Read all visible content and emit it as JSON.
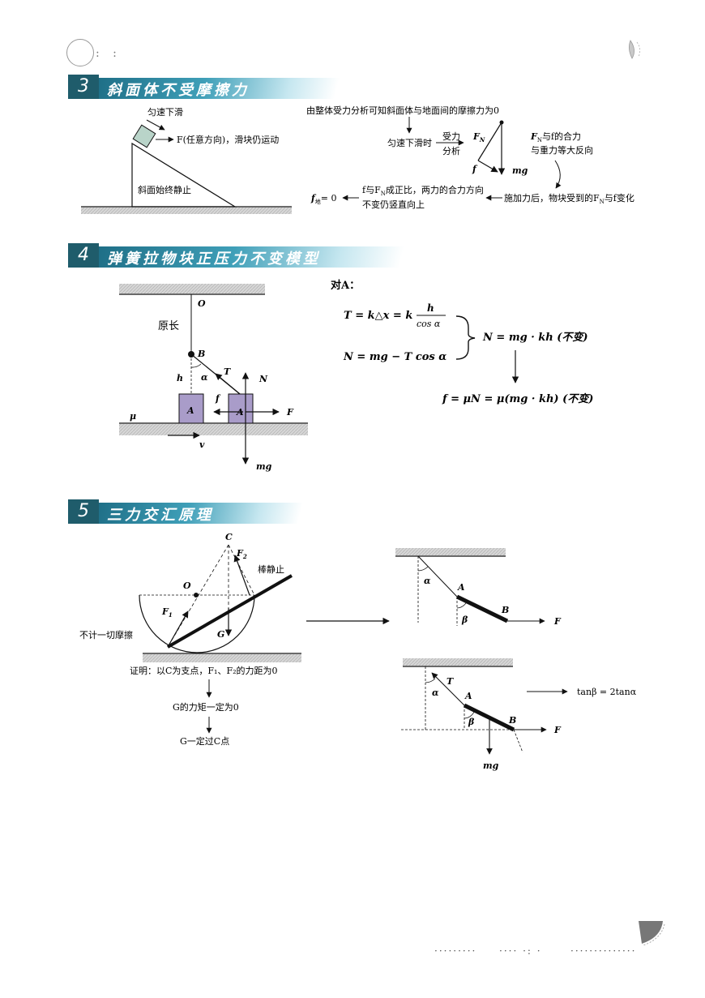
{
  "header": {
    "dots": ": :"
  },
  "sections": [
    {
      "num": "3",
      "title": "斜面体不受摩擦力"
    },
    {
      "num": "4",
      "title": "弹簧拉物块正压力不变模型"
    },
    {
      "num": "5",
      "title": "三力交汇原理"
    }
  ],
  "s3": {
    "slide_label": "匀速下滑",
    "force_label": "F(任意方向)，滑块仍运动",
    "incline_label": "斜面始终静止",
    "flow_top": "由整体受力分析可知斜面体与地面间的摩擦力为0",
    "flow_uniform": "匀速下滑时",
    "flow_force_a": "受力",
    "flow_force_b": "分析",
    "fn": "F",
    "fn_sub": "N",
    "f": "f",
    "mg": "mg",
    "resultant_a": "F",
    "resultant_sub": "N",
    "resultant_b": "与f的合力",
    "resultant_c": "与重力等大反向",
    "after_force": "施加力后，物块受到的F",
    "after_force_sub": "N",
    "after_force_b": "与f变化",
    "prop_a": "f与F",
    "prop_sub": "N",
    "prop_b": "成正比，两力的合力方向",
    "prop_c": "不变仍竖直向上",
    "result": "f",
    "result_sub": "地",
    "result_b": "= 0"
  },
  "s4": {
    "O": "O",
    "natural_length": "原长",
    "B": "B",
    "h": "h",
    "alpha": "α",
    "T": "T",
    "N": "N",
    "f": "f",
    "A1": "A",
    "A2": "A",
    "F": "F",
    "mu": "μ",
    "v": "v",
    "mg": "mg",
    "for_A": "对A：",
    "eq1": "T = k△x = k",
    "eq1_num": "h",
    "eq1_den": "cos α",
    "eq2": "N = mg − T cos α",
    "eq3": "N = mg · kh (不变)",
    "eq4": "f = μN = μ(mg · kh) (不变)"
  },
  "s5": {
    "C": "C",
    "F2": "F",
    "F2_sub": "2",
    "rod_static": "棒静止",
    "O": "O",
    "F1": "F",
    "F1_sub": "1",
    "G": "G",
    "no_friction": "不计一切摩擦",
    "proof": "证明：以C为支点，F₁、F₂的力距为0",
    "g_moment": "G的力矩一定为0",
    "g_through": "G一定过C点",
    "alpha1": "α",
    "A1": "A",
    "beta1": "β",
    "B1": "B",
    "F_top": "F",
    "T": "T",
    "alpha2": "α",
    "A2": "A",
    "beta2": "β",
    "B2": "B",
    "F_bottom": "F",
    "mg": "mg",
    "tan_relation": "tanβ = 2tanα"
  },
  "footer": {
    "dots_a": "·········",
    "dots_b": "····  ·: ·",
    "dots_c": "··············"
  }
}
